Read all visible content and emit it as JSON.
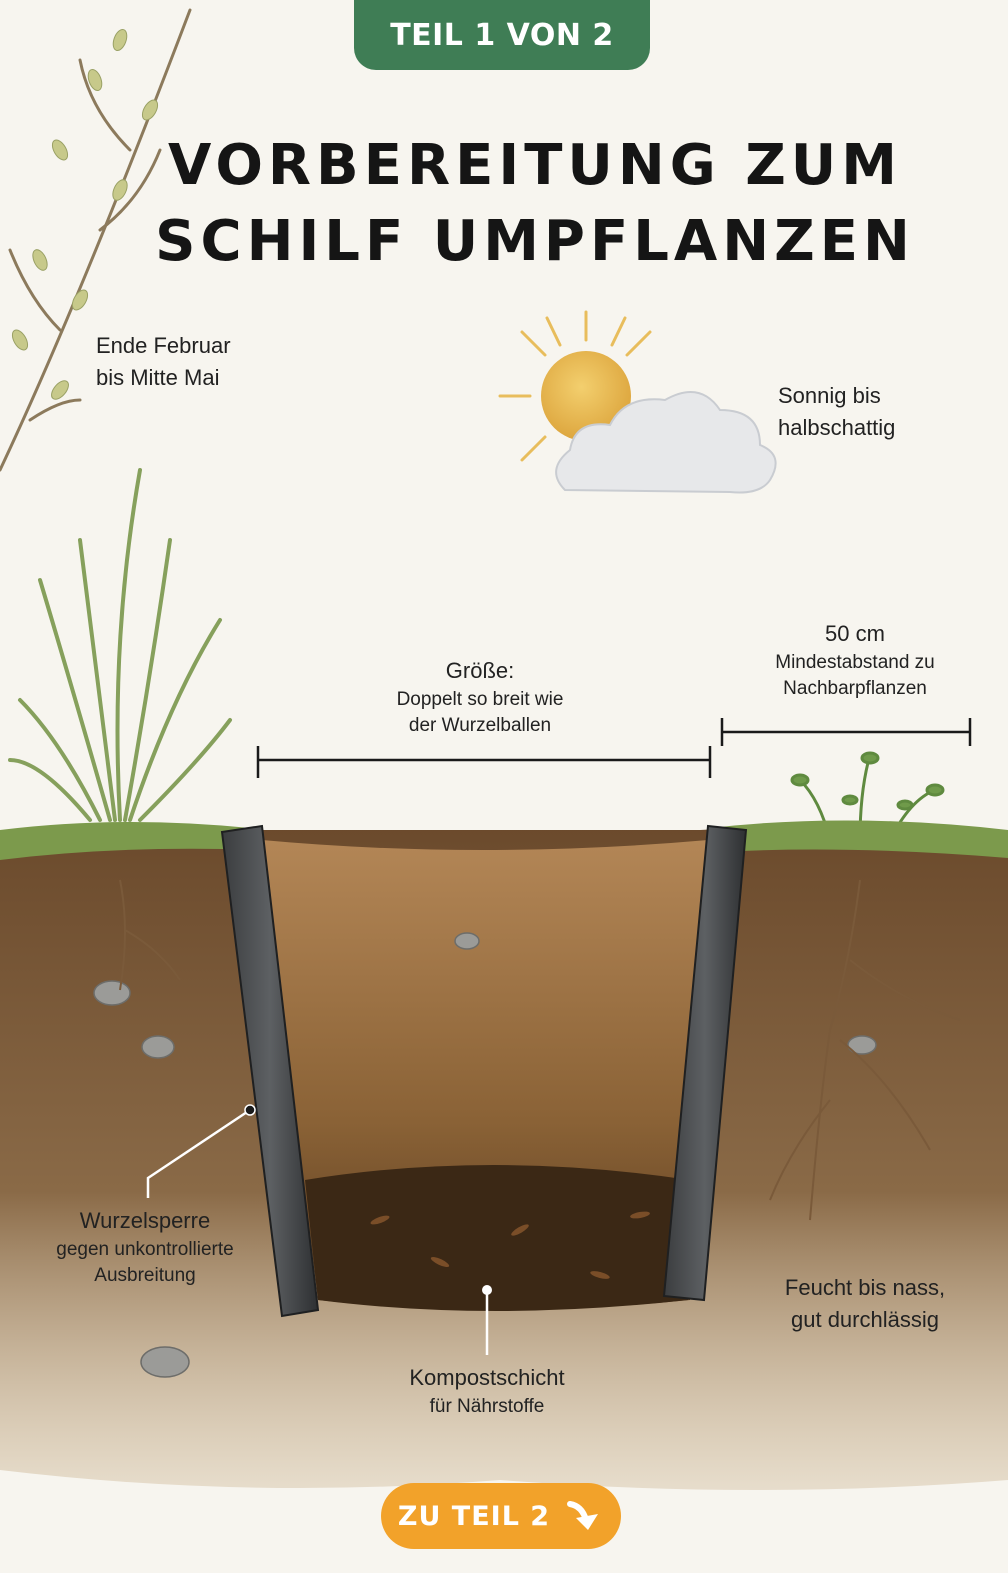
{
  "badge": {
    "label": "TEIL 1 VON 2",
    "color": "#3f7d55"
  },
  "title": {
    "line1": "VORBEREITUNG ZUM",
    "line2": "SCHILF UMPFLANZEN"
  },
  "timing": {
    "line1": "Ende Februar",
    "line2": "bis Mitte Mai"
  },
  "location": {
    "line1": "Sonnig bis",
    "line2": "halbschattig"
  },
  "size": {
    "heading": "Größe:",
    "line1": "Doppelt so breit wie",
    "line2": "der Wurzelballen"
  },
  "distance": {
    "value": "50 cm",
    "line1": "Mindestabstand zu",
    "line2": "Nachbarpflanzen"
  },
  "barrier": {
    "heading": "Wurzelsperre",
    "line1": "gegen unkontrollierte",
    "line2": "Ausbreitung"
  },
  "soil": {
    "line1": "Feucht bis nass,",
    "line2": "gut durchlässig"
  },
  "compost": {
    "heading": "Kompostschicht",
    "line1": "für Nährstoffe"
  },
  "cta": {
    "label": "ZU TEIL 2",
    "icon": "arrow-down-right-icon",
    "color": "#f2a22a"
  }
}
